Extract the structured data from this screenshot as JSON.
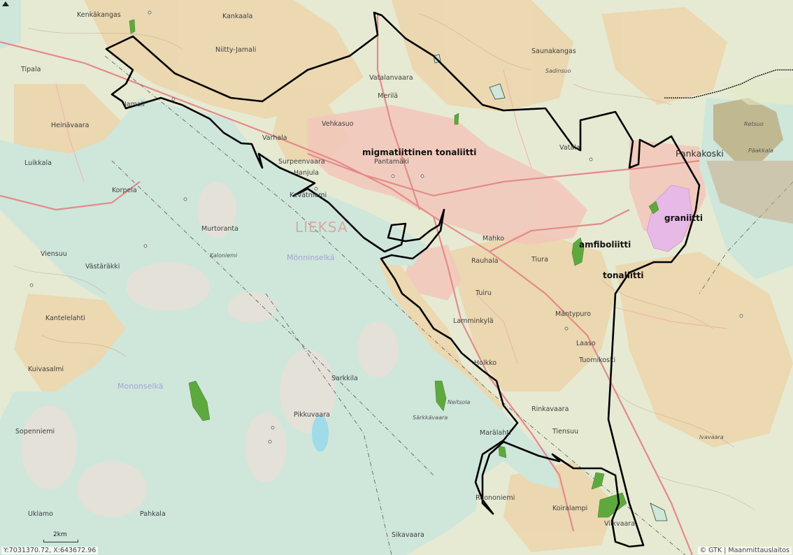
{
  "map": {
    "colors": {
      "forest": "#e4e9d0",
      "field": "#ecd3a8",
      "urban": "#f1c8b9",
      "water": "#cfe6da",
      "road": "#e38a8a",
      "boundary": "#000000",
      "amphibolite": "#5ea93e",
      "granite": "#e7b9e6",
      "contour": "#c9a98a"
    },
    "rock_labels": {
      "migmatite": "migmatiittinen tonaliitti",
      "granite": "graniitti",
      "amphibolite": "amfiboliitti",
      "tonalite": "tonaliitti"
    },
    "places": {
      "lieksa": "LIEKSA",
      "mononselka": "Mönninselkä",
      "mononselka2": "Mononselkä",
      "pankakoski": "Pankakoski",
      "jamali": "Niitty-Jamali",
      "kankaala": "Kankaala",
      "saunakangas": "Saunakangas",
      "vatalanvaara": "Vatalanvaara",
      "merila": "Merilä",
      "vehkasuo": "Vehkasuo",
      "varhala": "Varhala",
      "surpeenvaara": "Surpeenvaara",
      "hanjula": "Hanjula",
      "pantamaki": "Pantamäki",
      "heinavaara": "Heinävaara",
      "kevatniemi": "Kevätniemi",
      "murtoranta": "Murtoranta",
      "viensuu": "Viensuu",
      "vastarakki": "Västäräkki",
      "kantelelahti": "Kantelelahti",
      "kuivasalmi": "Kuivasalmi",
      "mahko": "Mahko",
      "rauhala": "Rauhala",
      "tiura": "Tiura",
      "tuiru": "Tuiru",
      "lamminkyla": "Lamminkylä",
      "mantypuro": "Mäntypuro",
      "laaso": "Laaso",
      "tuomikoski": "Tuomikoski",
      "sarkkila": "Sarkkila",
      "maralahti": "Marälahti",
      "tiensuu": "Tiensuu",
      "ruononiemi": "Ruononiemi",
      "vilkvaara": "Viikvaara",
      "sopenniemi": "Sopenniemi",
      "pikkuvaara": "Pikkuvaara",
      "uklamo": "Uklamo",
      "rinkavaara": "Rinkavaara",
      "koiralampi": "Koiralampi",
      "sikavaara": "Sikavaara",
      "sarkkavaara": "Särkkävaara",
      "neitsola": "Neitsola",
      "vatala": "Vatala",
      "tipala": "Tipala",
      "holkko": "Holkko",
      "kaloniemi": "Kaloniemi",
      "pahkala": "Pahkala",
      "retsuo": "Retsuo",
      "paakkala": "Päakkala",
      "kenkakangas": "Kenkäkangas",
      "korpela": "Korpela",
      "luikkala": "Luikkala",
      "sadinsuo": "Sadinsuo",
      "ivavaara": "Ivavaara",
      "jamal": "Jamali"
    },
    "scale_label": "2km",
    "coordinates": "Y:7031370.72, X:643672.96",
    "attribution": "© GTK | Maanmittauslaitos"
  }
}
